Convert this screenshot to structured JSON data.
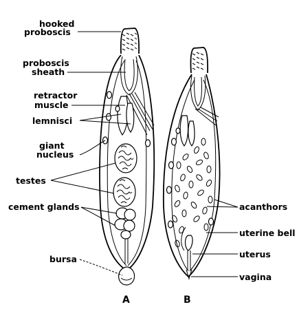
{
  "labels_a": {
    "hooked": "hooked",
    "proboscis": "proboscis",
    "proboscis2": "proboscis",
    "sheath": "sheath",
    "retractor": "retractor",
    "muscle": "muscle",
    "lemnisci": "lemnisci",
    "giant": "giant",
    "nucleus": "nucleus",
    "testes": "testes",
    "cement_glands": "cement glands",
    "bursa": "bursa"
  },
  "labels_b": {
    "acanthors": "acanthors",
    "uterine_bell": "uterine bell",
    "uterus": "uterus",
    "vagina": "vagina"
  },
  "figure_letters": {
    "a": "A",
    "b": "B"
  }
}
